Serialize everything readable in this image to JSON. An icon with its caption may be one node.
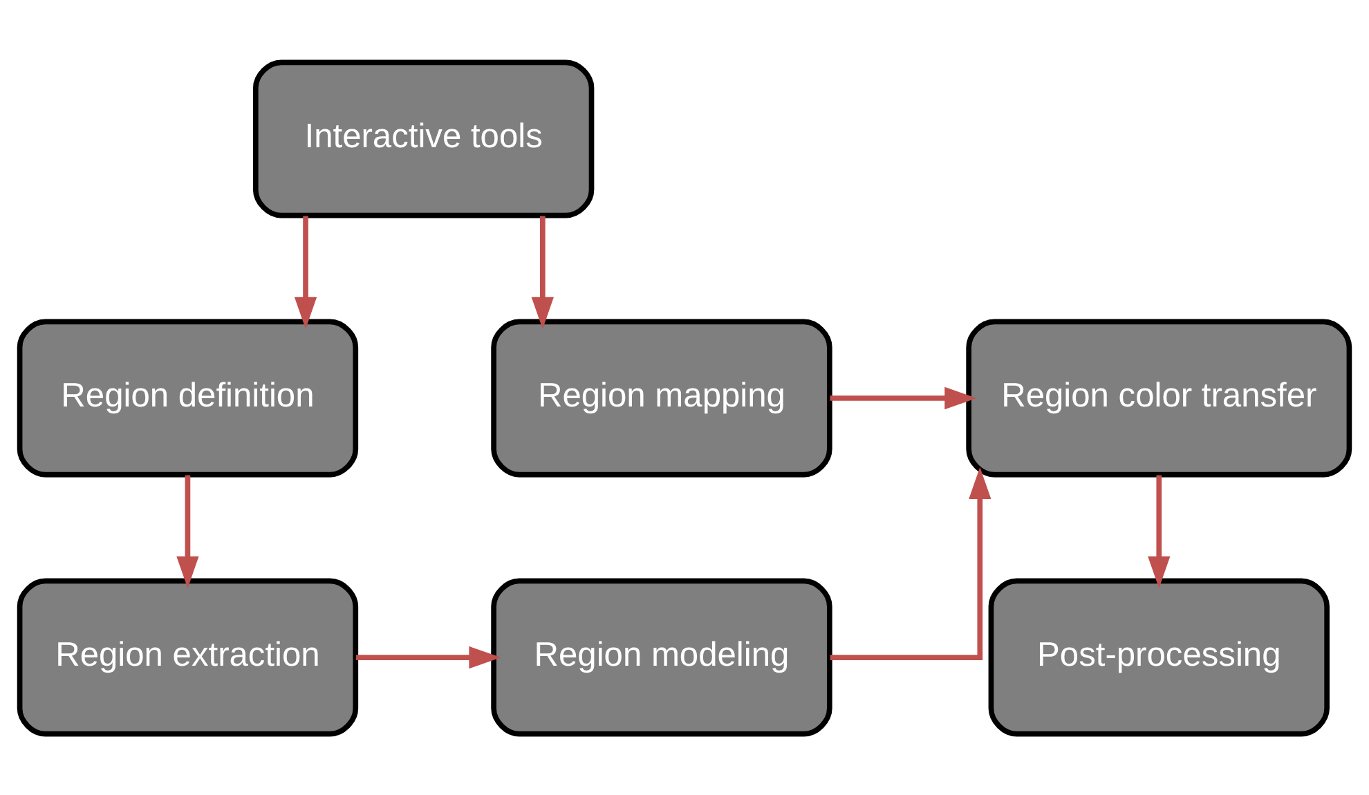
{
  "diagram": {
    "nodes": [
      {
        "text": [
          "Interactive tools"
        ]
      },
      {
        "text": [
          "Region definition"
        ]
      },
      {
        "text": [
          "Region mapping"
        ]
      },
      {
        "text": [
          "Region color transfer"
        ]
      },
      {
        "text": [
          "Region extraction"
        ]
      },
      {
        "text": [
          "Region modeling"
        ]
      },
      {
        "text": [
          "Post-processing"
        ]
      }
    ],
    "edges": [
      {
        "from": 0,
        "to": 1,
        "arrow": "to"
      },
      {
        "from": 0,
        "to": 2,
        "arrow": "to"
      },
      {
        "from": 1,
        "to": 4,
        "arrow": "to"
      },
      {
        "from": 4,
        "to": 5,
        "arrow": "to"
      },
      {
        "from": 2,
        "to": 3,
        "arrow": "to"
      },
      {
        "from": 5,
        "to": 3,
        "arrow": "to"
      },
      {
        "from": 3,
        "to": 6,
        "arrow": "to"
      }
    ]
  }
}
